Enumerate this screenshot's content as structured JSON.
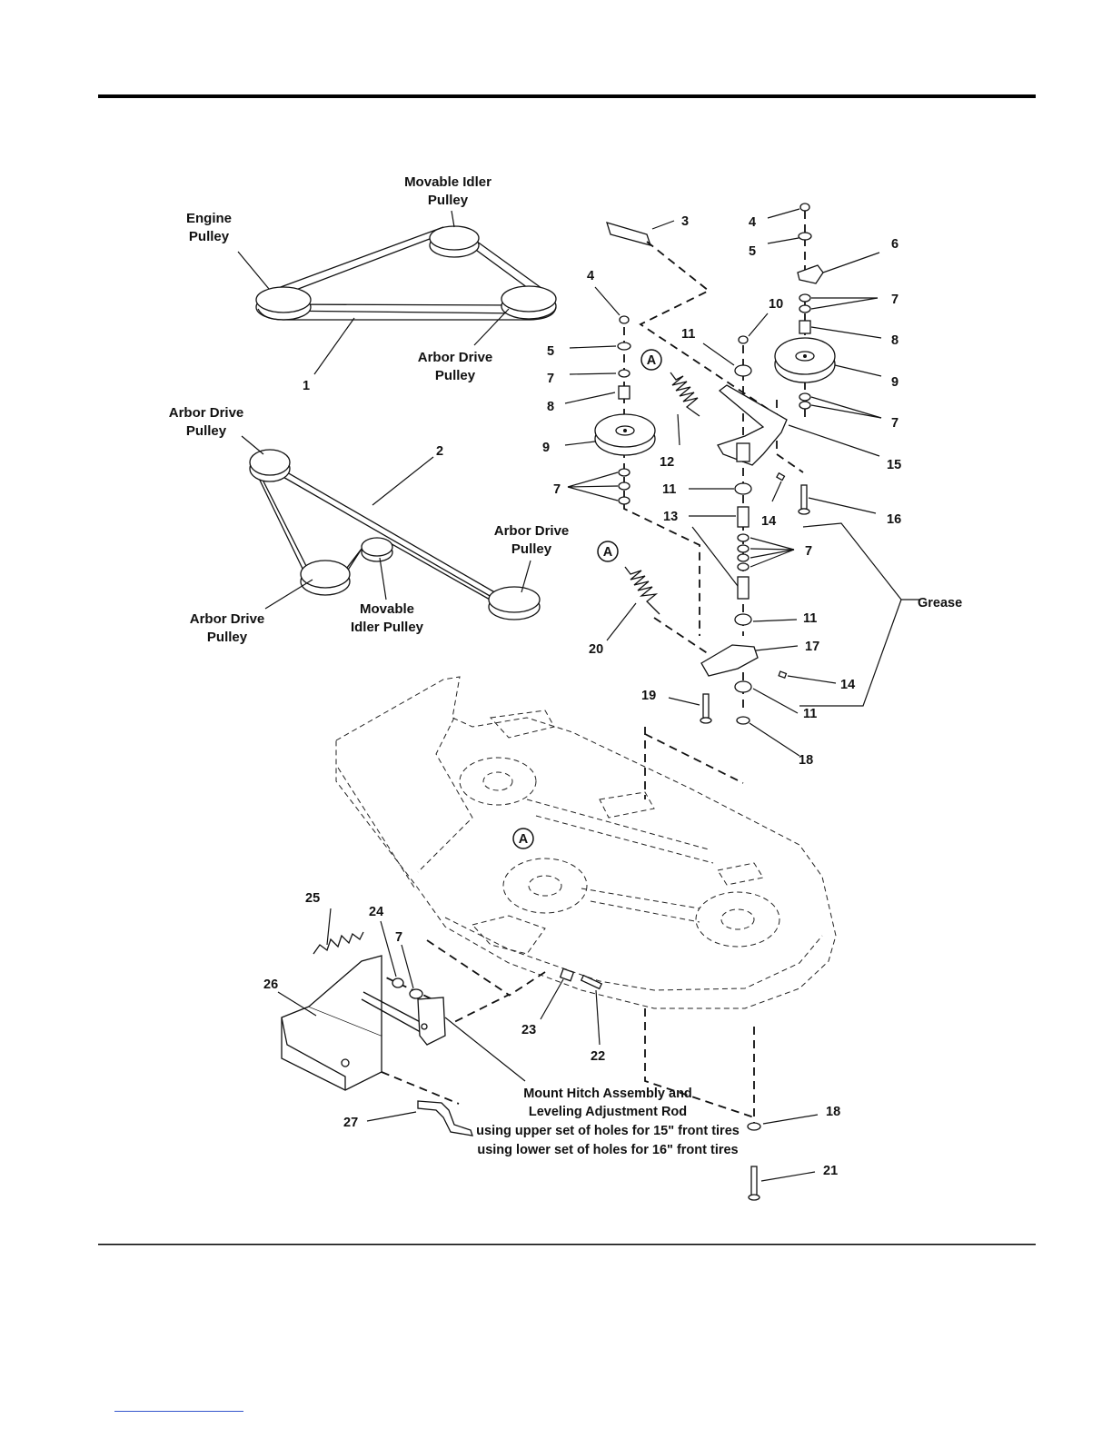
{
  "belt_diagrams": {
    "top": {
      "engine_pulley": "Engine\nPulley",
      "movable_idler": "Movable Idler\nPulley",
      "arbor_drive": "Arbor Drive\nPulley",
      "belt_callout": "1"
    },
    "bottom": {
      "arbor_drive_top": "Arbor Drive\nPulley",
      "arbor_drive_right": "Arbor Drive\nPulley",
      "arbor_drive_left": "Arbor Drive\nPulley",
      "movable_idler": "Movable\nIdler Pulley",
      "belt_callout": "2"
    }
  },
  "callouts": {
    "c3": "3",
    "c4a": "4",
    "c5a": "5",
    "c6": "6",
    "c7a": "7",
    "c8a": "8",
    "c9a": "9",
    "c4b": "4",
    "c5b": "5",
    "c7b": "7",
    "c8b": "8",
    "c9b": "9",
    "c7c": "7",
    "c10": "10",
    "c11a": "11",
    "c12": "12",
    "c11b": "11",
    "c13": "13",
    "c14a": "14",
    "c15": "15",
    "c16": "16",
    "c7d": "7",
    "c7e": "7",
    "c11c": "11",
    "c17": "17",
    "c14b": "14",
    "c19": "19",
    "c11d": "11",
    "c18a": "18",
    "c20": "20",
    "c25": "25",
    "c24": "24",
    "c7f": "7",
    "c26": "26",
    "c23": "23",
    "c22": "22",
    "c27": "27",
    "c18b": "18",
    "c21": "21",
    "markerA1": "A",
    "markerA2": "A",
    "markerA3": "A"
  },
  "grease_label": "Grease",
  "mount_note": [
    "Mount Hitch Assembly and",
    "Leveling Adjustment Rod",
    "using upper set of holes for 15\" front tires",
    "using lower set of holes for 16\" front tires"
  ]
}
